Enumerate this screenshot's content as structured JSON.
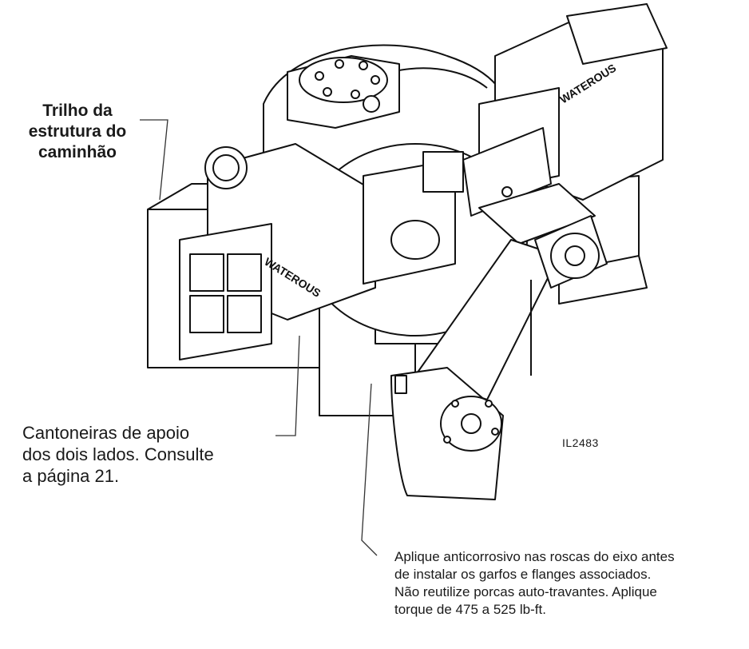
{
  "labels": {
    "frame_rail": [
      "Trilho da",
      "estrutura do",
      "caminhão"
    ],
    "support_angles": [
      "Cantoneiras de apoio",
      "dos dois lados. Consulte",
      "a página 21."
    ],
    "ref_code": "IL2483",
    "brand_left": "WATEROUS",
    "brand_right": "WATEROUS",
    "instruction": [
      "Aplique anticorrosivo nas roscas do eixo antes",
      "de instalar os garfos e flanges associados.",
      "Não reutilize porcas auto-travantes. Aplique",
      "torque de 475 a 525 lb-ft."
    ]
  }
}
